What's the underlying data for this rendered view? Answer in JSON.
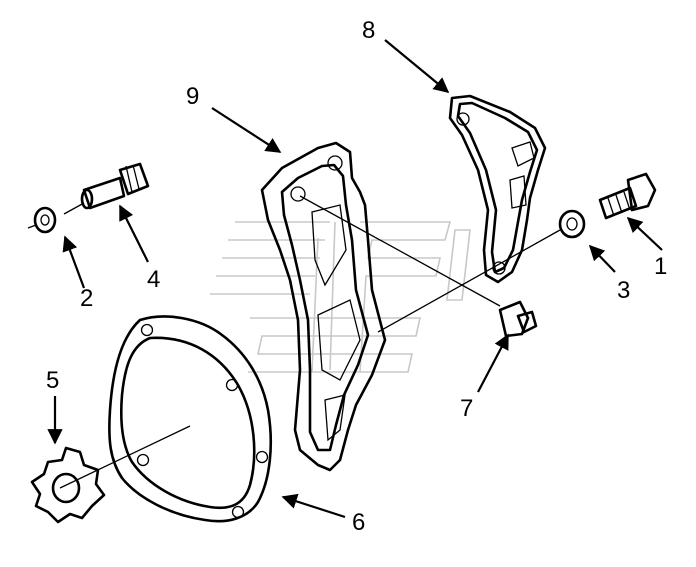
{
  "diagram": {
    "callouts": [
      {
        "id": "1",
        "label": "1"
      },
      {
        "id": "2",
        "label": "2"
      },
      {
        "id": "3",
        "label": "3"
      },
      {
        "id": "4",
        "label": "4"
      },
      {
        "id": "5",
        "label": "5"
      },
      {
        "id": "6",
        "label": "6"
      },
      {
        "id": "7",
        "label": "7"
      },
      {
        "id": "8",
        "label": "8"
      },
      {
        "id": "9",
        "label": "9"
      }
    ],
    "colors": {
      "line": "#000000",
      "background": "#ffffff",
      "watermark": "#c8c8c8"
    }
  }
}
